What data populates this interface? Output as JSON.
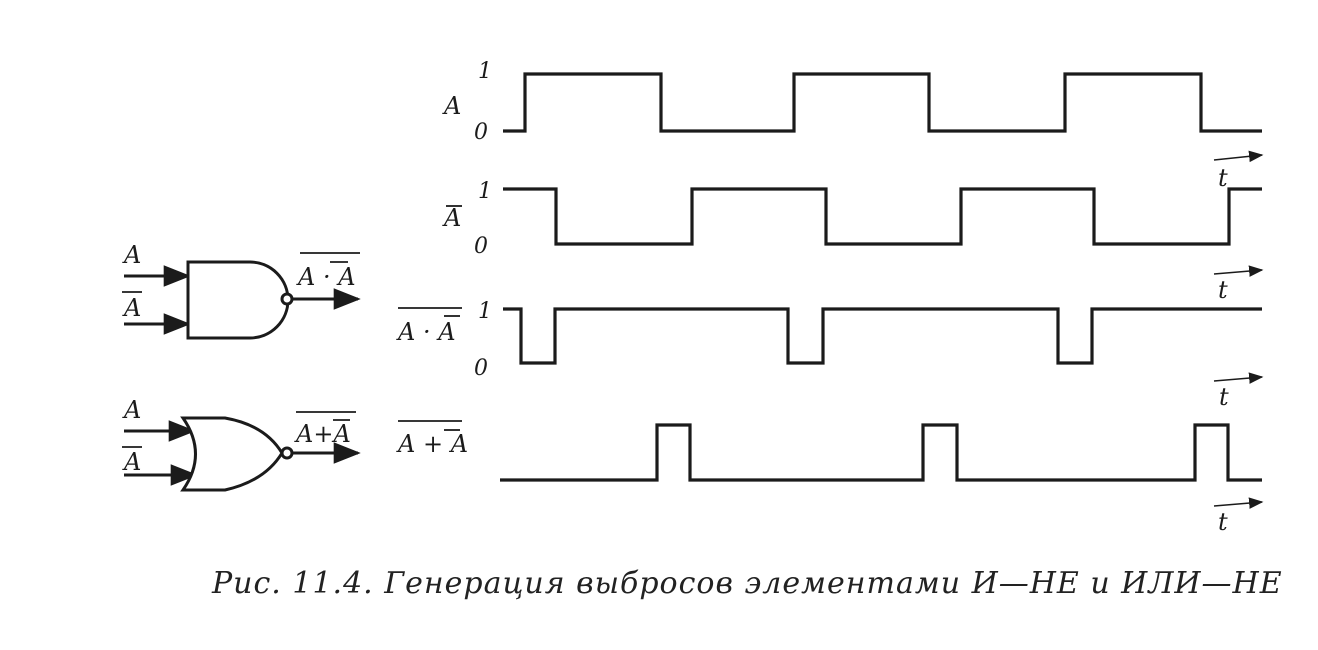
{
  "gates": {
    "nand": {
      "input_1": "A",
      "input_2": "A",
      "output": "A · A"
    },
    "nor": {
      "input_1": "A",
      "input_2": "A",
      "output": "A+A"
    }
  },
  "timing": {
    "time_label": "t",
    "level_high": "1",
    "level_low": "0",
    "signals": [
      {
        "label": "A",
        "levels": [
          0,
          1,
          0,
          1,
          0,
          1,
          0
        ]
      },
      {
        "label": "A",
        "levels": [
          1,
          0,
          1,
          0,
          1,
          0,
          1
        ]
      },
      {
        "label": "A · A",
        "levels": [
          1,
          0,
          1,
          0,
          1,
          0,
          1
        ]
      },
      {
        "label": "A + A",
        "levels": [
          0,
          1,
          0,
          1,
          0,
          1,
          0
        ]
      }
    ]
  },
  "caption": "Рис. 11.4. Генерация выбросов элементами И—НЕ и ИЛИ—НЕ"
}
